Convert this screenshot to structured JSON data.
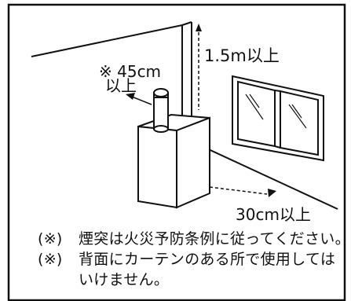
{
  "labels": {
    "chimney_clearance_line1": "※ 45cm",
    "chimney_clearance_line2": "以上",
    "wall_height": "1.5m以上",
    "wall_distance": "30cm以上"
  },
  "notes": [
    {
      "mark": "(※)",
      "text": "煙突は火災予防条例に従ってください。"
    },
    {
      "mark": "(※)",
      "text": "背面にカーテンのある所で使用しては"
    },
    {
      "mark": "",
      "text": "いけません。"
    }
  ]
}
